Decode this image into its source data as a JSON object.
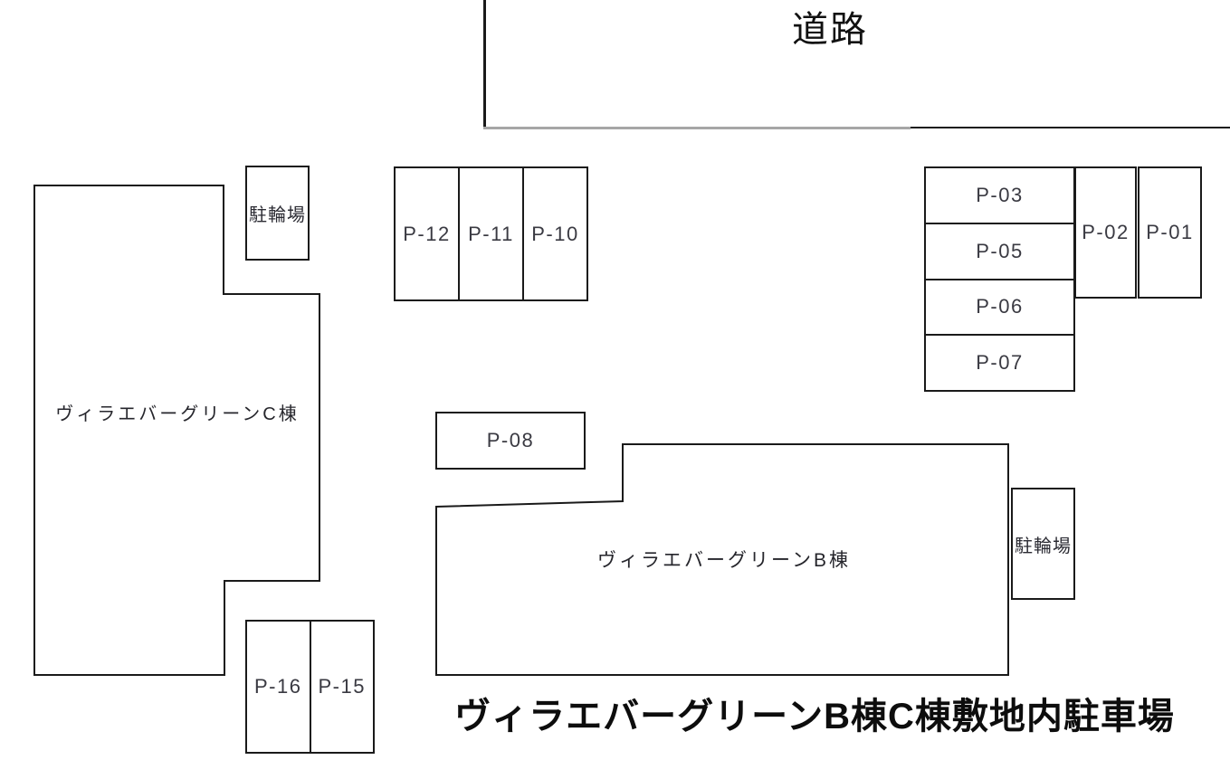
{
  "page_title": "ヴィラエバーグリーンB棟C棟敷地内駐車場",
  "road": {
    "label": "道路"
  },
  "buildings": {
    "c": {
      "label": "ヴィラエバーグリーンC棟"
    },
    "b": {
      "label": "ヴィラエバーグリーンB棟"
    }
  },
  "bike_parking": {
    "top_left": {
      "label": "駐輪場"
    },
    "right": {
      "label": "駐輪場"
    }
  },
  "parking_groups": {
    "middle_top": [
      "P-12",
      "P-11",
      "P-10"
    ],
    "right_stack": [
      "P-03",
      "P-05",
      "P-06",
      "P-07"
    ],
    "right_pair": [
      "P-02",
      "P-01"
    ],
    "single_p08": "P-08",
    "bottom_pair": [
      "P-16",
      "P-15"
    ]
  },
  "colors": {
    "line": "#1a1a1a",
    "road_gray_line": "#a6a6a6",
    "spot_text": "#3a3a42",
    "background": "#ffffff"
  }
}
